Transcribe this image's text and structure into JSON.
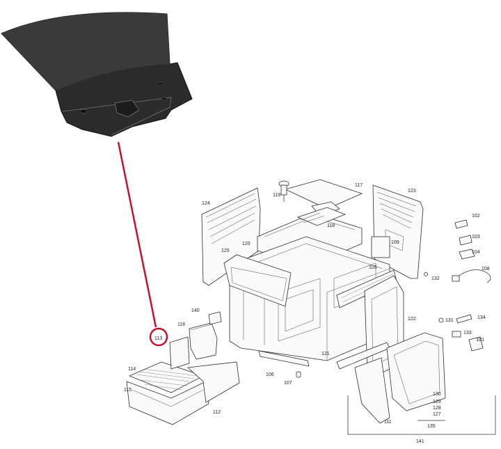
{
  "diagram": {
    "callouts": [
      {
        "id": "101",
        "label": "101"
      },
      {
        "id": "102",
        "label": "102"
      },
      {
        "id": "103",
        "label": "103"
      },
      {
        "id": "104",
        "label": "104"
      },
      {
        "id": "105",
        "label": "105"
      },
      {
        "id": "106",
        "label": "106"
      },
      {
        "id": "107",
        "label": "107"
      },
      {
        "id": "108",
        "label": "108"
      },
      {
        "id": "109",
        "label": "109"
      },
      {
        "id": "111",
        "label": "111"
      },
      {
        "id": "112",
        "label": "112"
      },
      {
        "id": "113",
        "label": "113"
      },
      {
        "id": "114",
        "label": "114"
      },
      {
        "id": "115",
        "label": "115"
      },
      {
        "id": "116",
        "label": "116"
      },
      {
        "id": "117",
        "label": "117"
      },
      {
        "id": "118",
        "label": "118"
      },
      {
        "id": "119",
        "label": "119"
      },
      {
        "id": "120",
        "label": "120"
      },
      {
        "id": "121",
        "label": "121"
      },
      {
        "id": "122",
        "label": "122"
      },
      {
        "id": "123",
        "label": "123"
      },
      {
        "id": "124",
        "label": "124"
      },
      {
        "id": "125",
        "label": "125"
      },
      {
        "id": "127",
        "label": "127"
      },
      {
        "id": "128",
        "label": "128"
      },
      {
        "id": "129",
        "label": "129"
      },
      {
        "id": "130",
        "label": "130"
      },
      {
        "id": "131",
        "label": "131"
      },
      {
        "id": "132",
        "label": "132"
      },
      {
        "id": "133",
        "label": "133"
      },
      {
        "id": "134",
        "label": "134"
      },
      {
        "id": "135",
        "label": "135"
      },
      {
        "id": "140",
        "label": "140"
      },
      {
        "id": "141",
        "label": "141"
      }
    ],
    "highlighted_part": "113",
    "colors": {
      "highlight": "#c8102e",
      "part_photo": "#2b2b2b",
      "line_art": "#333333"
    }
  }
}
